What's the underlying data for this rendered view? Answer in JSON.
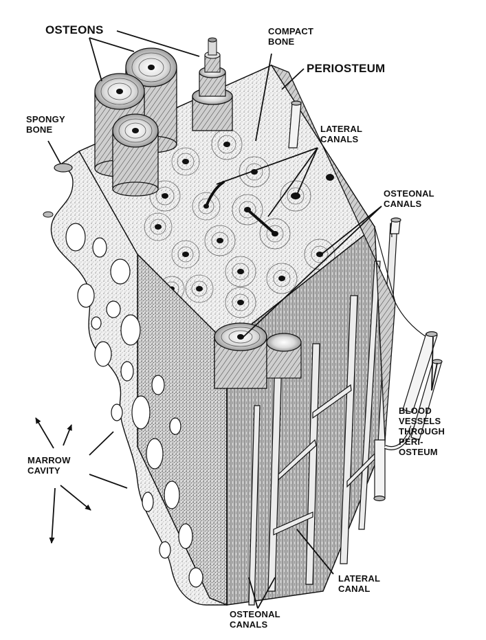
{
  "labels": {
    "osteons": "OSTEONS",
    "compact_bone": [
      "COMPACT",
      "BONE"
    ],
    "periosteum": "PERIOSTEUM",
    "spongy_bone": [
      "SPONGY",
      "BONE"
    ],
    "lateral_canals": [
      "LATERAL",
      "CANALS"
    ],
    "osteonal_canals_top": [
      "OSTEONAL",
      "CANALS"
    ],
    "blood_vessels": [
      "BLOOD",
      "VESSELS",
      "THROUGH",
      "PERI-",
      "OSTEUM"
    ],
    "marrow_cavity": [
      "MARROW",
      "CAVITY"
    ],
    "lateral_canal": [
      "LATERAL",
      "CANAL"
    ],
    "osteonal_canals_bottom": [
      "OSTEONAL",
      "CANALS"
    ]
  },
  "colors": {
    "ink": "#111111",
    "bone_light": "#e9e9e9",
    "bone_mid": "#cfcfcf",
    "bone_dark": "#9a9a9a",
    "paper": "#ffffff"
  }
}
